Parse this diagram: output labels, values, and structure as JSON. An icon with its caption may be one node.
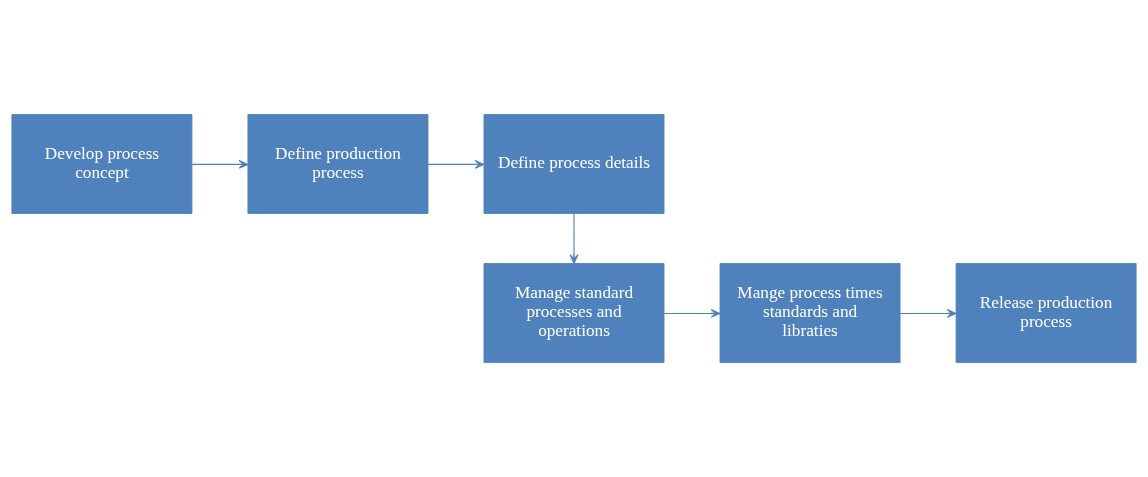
{
  "diagram": {
    "nodes": [
      {
        "text": [
          "Develop process concept"
        ]
      },
      {
        "text": [
          "Define production process"
        ]
      },
      {
        "text": [
          "Define process details"
        ]
      },
      {
        "text": [
          "Manage standard processes and operations"
        ]
      },
      {
        "text": [
          "Mange process times standards and libraties"
        ]
      },
      {
        "text": [
          "Release production process"
        ]
      }
    ],
    "edges": [
      {
        "from": 0,
        "to": 1,
        "arrow": "to"
      },
      {
        "from": 1,
        "to": 2,
        "arrow": "to"
      },
      {
        "from": 2,
        "to": 3,
        "arrow": "to"
      },
      {
        "from": 3,
        "to": 4,
        "arrow": "to"
      },
      {
        "from": 4,
        "to": 5,
        "arrow": "to"
      }
    ]
  }
}
